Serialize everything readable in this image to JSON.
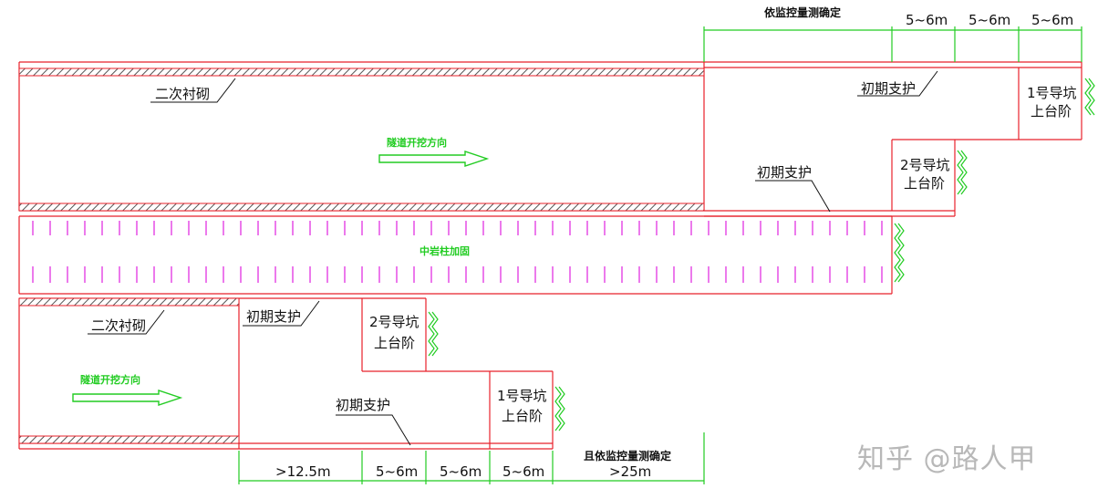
{
  "labels": {
    "secondary_lining": "二次衬砌",
    "initial_support": "初期支护",
    "pilot1_line1": "1号导坑",
    "pilot2_line1": "2号导坑",
    "upper_bench": "上台阶",
    "direction": "隧道开挖方向",
    "middle_rock": "中岩柱加固"
  },
  "dimensions": {
    "top_monitor": "依监控量测确定",
    "top_d1": "5~6m",
    "top_d2": "5~6m",
    "top_d3": "5~6m",
    "bot_d1": ">12.5m",
    "bot_d2": "5~6m",
    "bot_d3": "5~6m",
    "bot_d4": "5~6m",
    "bot_monitor": "且依监控量测确定",
    "bot_min": ">25m"
  },
  "watermark": "知乎 @路人甲",
  "colors": {
    "outline": "#e8202a",
    "hatch": "#555555",
    "dimension": "#22cc22",
    "reinforcement": "#e020e0",
    "arrow": "#22cc22"
  }
}
